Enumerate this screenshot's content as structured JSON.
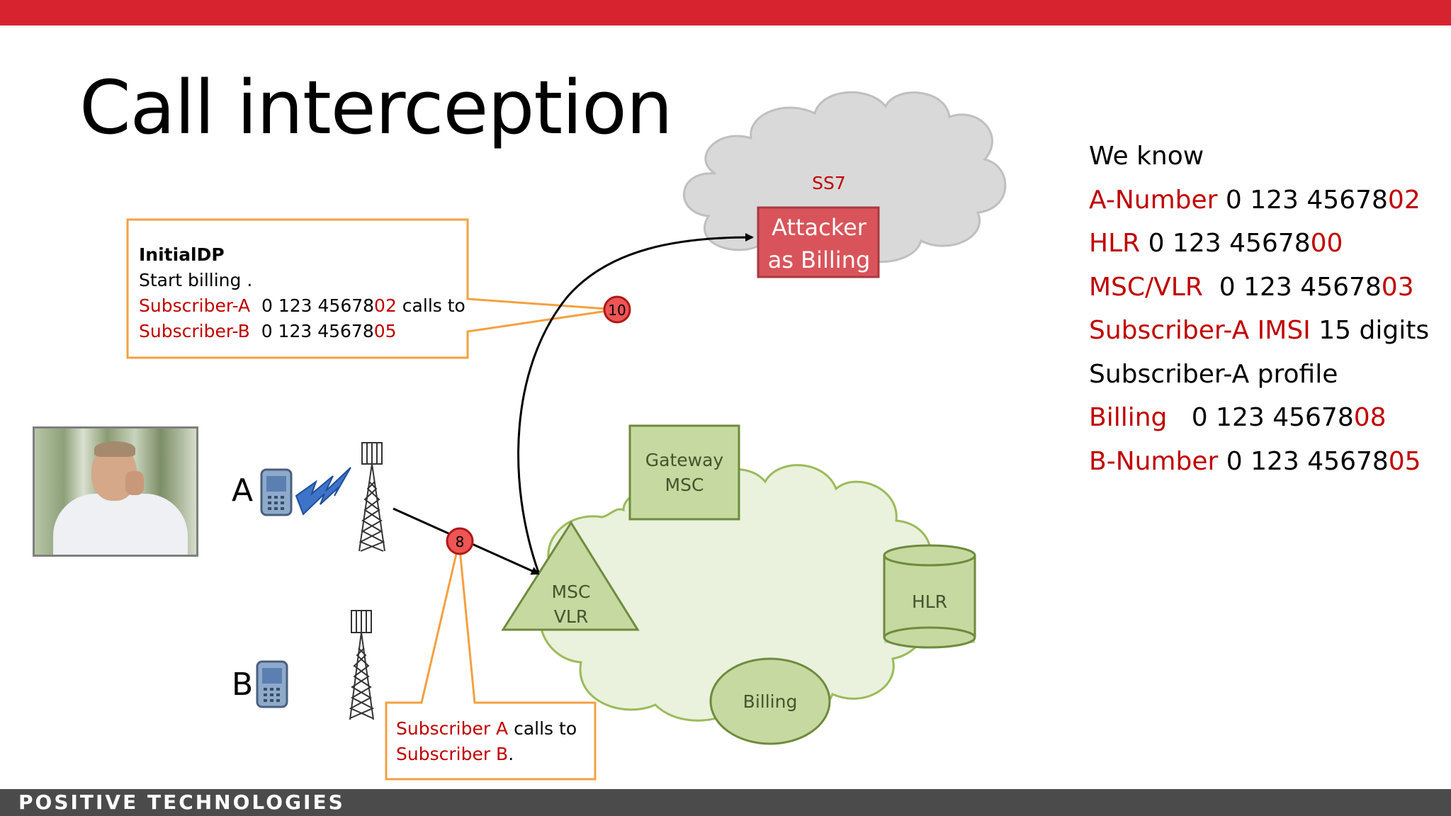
{
  "slide": {
    "title": "Call interception",
    "brand": "POSITIVE TECHNOLOGIES"
  },
  "colors": {
    "accent_red": "#d7222f",
    "text_red": "#c00000",
    "callout_orange": "#f4a040",
    "node_green": "#c5d9a0",
    "cloud_gray": "#d9d9d9",
    "attacker_box": "#d9545a"
  },
  "cloud_ss7": {
    "label": "SS7",
    "attacker": {
      "line1": "Attacker",
      "line2": "as Billing"
    }
  },
  "network": {
    "gateway": {
      "line1": "Gateway",
      "line2": "MSC"
    },
    "msc": {
      "line1": "MSC",
      "line2": "VLR"
    },
    "hlr": "HLR",
    "billing": "Billing"
  },
  "subscribers": {
    "a_label": "A",
    "b_label": "B",
    "photo_icon": "person-on-phone-photo",
    "phone_icon": "mobile-phone-icon",
    "tower_icon": "cell-tower-icon",
    "signal_icon": "radio-signal-icon"
  },
  "steps": {
    "step8": "8",
    "step10": "10"
  },
  "callout_initialdp": {
    "heading": "InitialDP",
    "line1": "Start billing .",
    "sub_a_label": "Subscriber-A",
    "sub_a_num_prefix": "0 123 45678",
    "sub_a_num_suffix": "02",
    "calls_to": " calls to",
    "sub_b_label": "Subscriber-B",
    "sub_b_num_prefix": "0 123 45678",
    "sub_b_num_suffix": "05"
  },
  "callout_call": {
    "line1_red": "Subscriber A",
    "line1_black": " calls to",
    "line2_red": "Subscriber B",
    "line2_black": "."
  },
  "we_know": {
    "heading": "We know",
    "items": [
      {
        "label": "A-Number",
        "prefix": " 0 123 45678",
        "suffix": "02"
      },
      {
        "label": "HLR",
        "prefix": " 0 123 45678",
        "suffix": "00"
      },
      {
        "label": "MSC/VLR",
        "prefix": "  0 123 45678",
        "suffix": "03"
      },
      {
        "label": "Subscriber-A IMSI",
        "prefix": " 15 digits",
        "suffix": ""
      },
      {
        "label_black": "Subscriber-A profile"
      },
      {
        "label": "Billing",
        "prefix": "   0 123 45678",
        "suffix": "08"
      },
      {
        "label": "B-Number",
        "prefix": " 0 123 45678",
        "suffix": "05"
      }
    ]
  }
}
